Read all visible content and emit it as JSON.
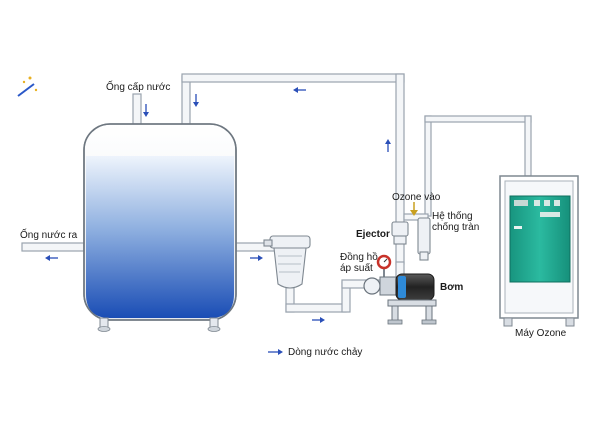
{
  "labels": {
    "supply_pipe": "Ống cấp nước",
    "outlet_pipe": "Ống nước ra",
    "ozone_in": "Ozone vào",
    "ejector": "Ejector",
    "overflow_line1": "Hệ thống",
    "overflow_line2": "chống tràn",
    "gauge_line1": "Đồng hồ",
    "gauge_line2": "áp suất",
    "pump": "Bơm",
    "ozone_machine": "Máy Ozone",
    "legend_flow": "Dòng nước chảy"
  },
  "colors": {
    "pipe_fill": "#f4f6f8",
    "pipe_stroke": "#9aa4ae",
    "water_top": "#e9f1fb",
    "water_bottom": "#1e52b8",
    "flow_arrow": "#2a4fb8",
    "machine_body": "#1aa38c",
    "pump_body": "#3a3a3a",
    "gauge_red": "#c8322a"
  },
  "icons": [
    "flow-arrow-icon",
    "pressure-gauge-icon",
    "sparkle-icon"
  ]
}
